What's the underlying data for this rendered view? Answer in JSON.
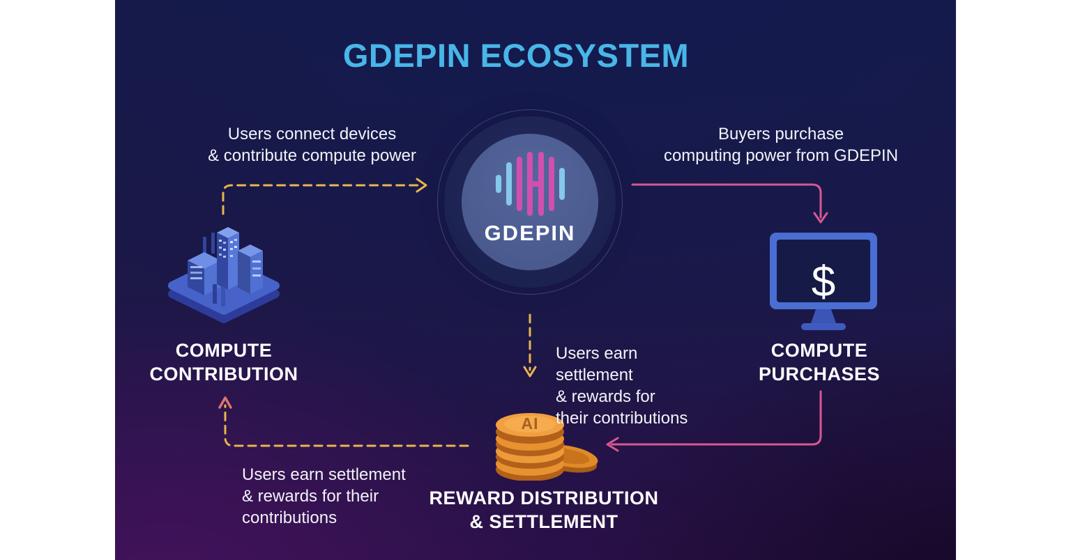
{
  "title": "GDEPIN ECOSYSTEM",
  "hub": {
    "label": "GDEPIN",
    "icon": "waveform-logo-icon"
  },
  "nodes": {
    "contribution": {
      "line1": "COMPUTE",
      "line2": "CONTRIBUTION",
      "icon": "city-buildings-icon"
    },
    "purchases": {
      "line1": "COMPUTE",
      "line2": "PURCHASES",
      "icon": "monitor-dollar-icon",
      "dollar_glyph": "$"
    },
    "rewards": {
      "line1": "REWARD DISTRIBUTION",
      "line2": "& SETTLEMENT",
      "icon": "ai-coins-icon",
      "coin_text": "AI"
    }
  },
  "annotations": {
    "connect": {
      "lines": [
        "Users connect devices",
        "& contribute compute power"
      ]
    },
    "buyers": {
      "lines": [
        "Buyers purchase",
        "computing power from GDEPIN"
      ]
    },
    "earn_center": {
      "lines": [
        "Users earn",
        "settlement",
        "& rewards for",
        "their contributions"
      ]
    },
    "earn_left": {
      "lines": [
        "Users earn settlement",
        "& rewards for their",
        "contributions"
      ]
    }
  },
  "arrows": {
    "contribution_to_hub": {
      "style": "dashed",
      "color": "#eab54d"
    },
    "hub_to_purchases": {
      "style": "solid",
      "color": "#d85890"
    },
    "hub_to_rewards": {
      "style": "dashed",
      "color": "#eab54d"
    },
    "purchases_to_rewards": {
      "style": "solid",
      "color": "#d85890"
    },
    "rewards_to_contribution": {
      "style": "dashed",
      "color": "#eab54d",
      "head_color": "#e0756c"
    }
  },
  "colors": {
    "background_navy": "#151a49",
    "background_purple": "#44135c",
    "title_blue": "#49b6e8",
    "text_white": "#f2f3f7",
    "hub_outer": "#1c2250",
    "hub_inner": "#4a5a8e",
    "logo_blue": "#85c8ec",
    "logo_pink": "#d150ae",
    "coin_orange": "#e89130",
    "monitor_blue": "#4a6ed2"
  }
}
